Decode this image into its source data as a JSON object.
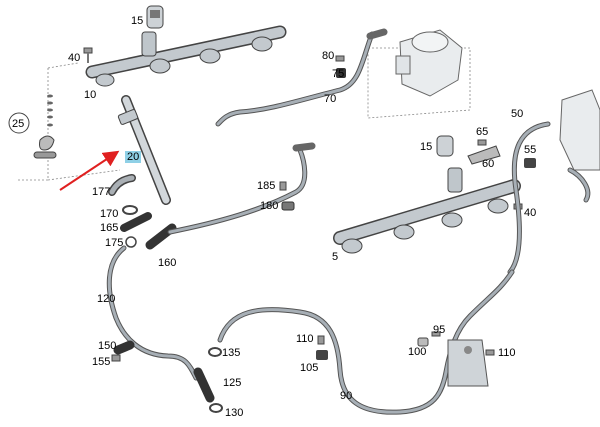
{
  "diagram": {
    "parts": [
      {
        "key": "p15a",
        "label": "15"
      },
      {
        "key": "p40a",
        "label": "40"
      },
      {
        "key": "p10",
        "label": "10"
      },
      {
        "key": "p25",
        "label": "25"
      },
      {
        "key": "p20",
        "label": "20",
        "highlighted": true
      },
      {
        "key": "p177",
        "label": "177"
      },
      {
        "key": "p170",
        "label": "170"
      },
      {
        "key": "p165",
        "label": "165"
      },
      {
        "key": "p175",
        "label": "175"
      },
      {
        "key": "p160",
        "label": "160"
      },
      {
        "key": "p120",
        "label": "120"
      },
      {
        "key": "p150",
        "label": "150"
      },
      {
        "key": "p155",
        "label": "155"
      },
      {
        "key": "p135",
        "label": "135"
      },
      {
        "key": "p125",
        "label": "125"
      },
      {
        "key": "p130",
        "label": "130"
      },
      {
        "key": "p80",
        "label": "80"
      },
      {
        "key": "p75",
        "label": "75"
      },
      {
        "key": "p70",
        "label": "70"
      },
      {
        "key": "p185",
        "label": "185"
      },
      {
        "key": "p180",
        "label": "180"
      },
      {
        "key": "p15b",
        "label": "15"
      },
      {
        "key": "p65",
        "label": "65"
      },
      {
        "key": "p60",
        "label": "60"
      },
      {
        "key": "p50",
        "label": "50"
      },
      {
        "key": "p55",
        "label": "55"
      },
      {
        "key": "p40b",
        "label": "40"
      },
      {
        "key": "p5",
        "label": "5"
      },
      {
        "key": "p110a",
        "label": "110"
      },
      {
        "key": "p105",
        "label": "105"
      },
      {
        "key": "p90",
        "label": "90"
      },
      {
        "key": "p95",
        "label": "95"
      },
      {
        "key": "p100",
        "label": "100"
      },
      {
        "key": "p110b",
        "label": "110"
      }
    ],
    "colors": {
      "tube": "#9aa3ab",
      "metal": "#c3c9ce",
      "outline": "#444444",
      "hose": "#333333",
      "highlight": "#8fd0e6",
      "arrow": "#e02020"
    }
  }
}
